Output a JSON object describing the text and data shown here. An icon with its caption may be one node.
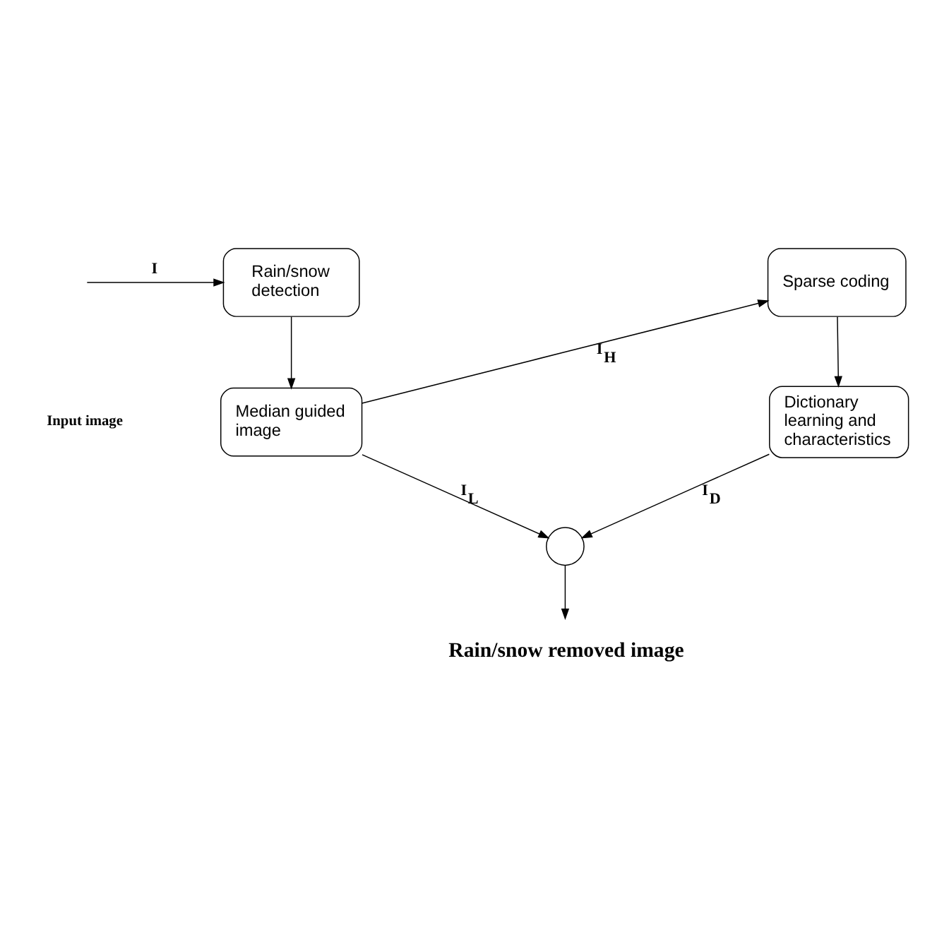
{
  "diagram": {
    "nodes": [
      {
        "text": [
          "Rain/snow detection"
        ]
      },
      {
        "text": [
          "Median guided image"
        ]
      },
      {
        "text": [
          "Sparse coding"
        ]
      },
      {
        "text": [
          "Dictionary learning and characteristics"
        ]
      },
      {
        "text": [],
        "shape": "circle"
      },
      {
        "text": [
          "Rain/snow removed image"
        ]
      }
    ],
    "edges": [
      {
        "from": null,
        "to": 0,
        "arrow": "to",
        "label": "I"
      },
      {
        "from": 0,
        "to": 1,
        "arrow": "to"
      },
      {
        "from": 1,
        "to": 2,
        "arrow": "to",
        "label": "I$_{H}$"
      },
      {
        "from": 2,
        "to": 3,
        "arrow": "to"
      },
      {
        "from": 1,
        "to": 4,
        "arrow": "to",
        "label": "I$_{L}$"
      },
      {
        "from": 3,
        "to": 4,
        "arrow": "to",
        "label": "I$_{D}$"
      },
      {
        "from": 4,
        "to": 5,
        "arrow": "to"
      }
    ],
    "labels": [
      "Input image"
    ]
  }
}
